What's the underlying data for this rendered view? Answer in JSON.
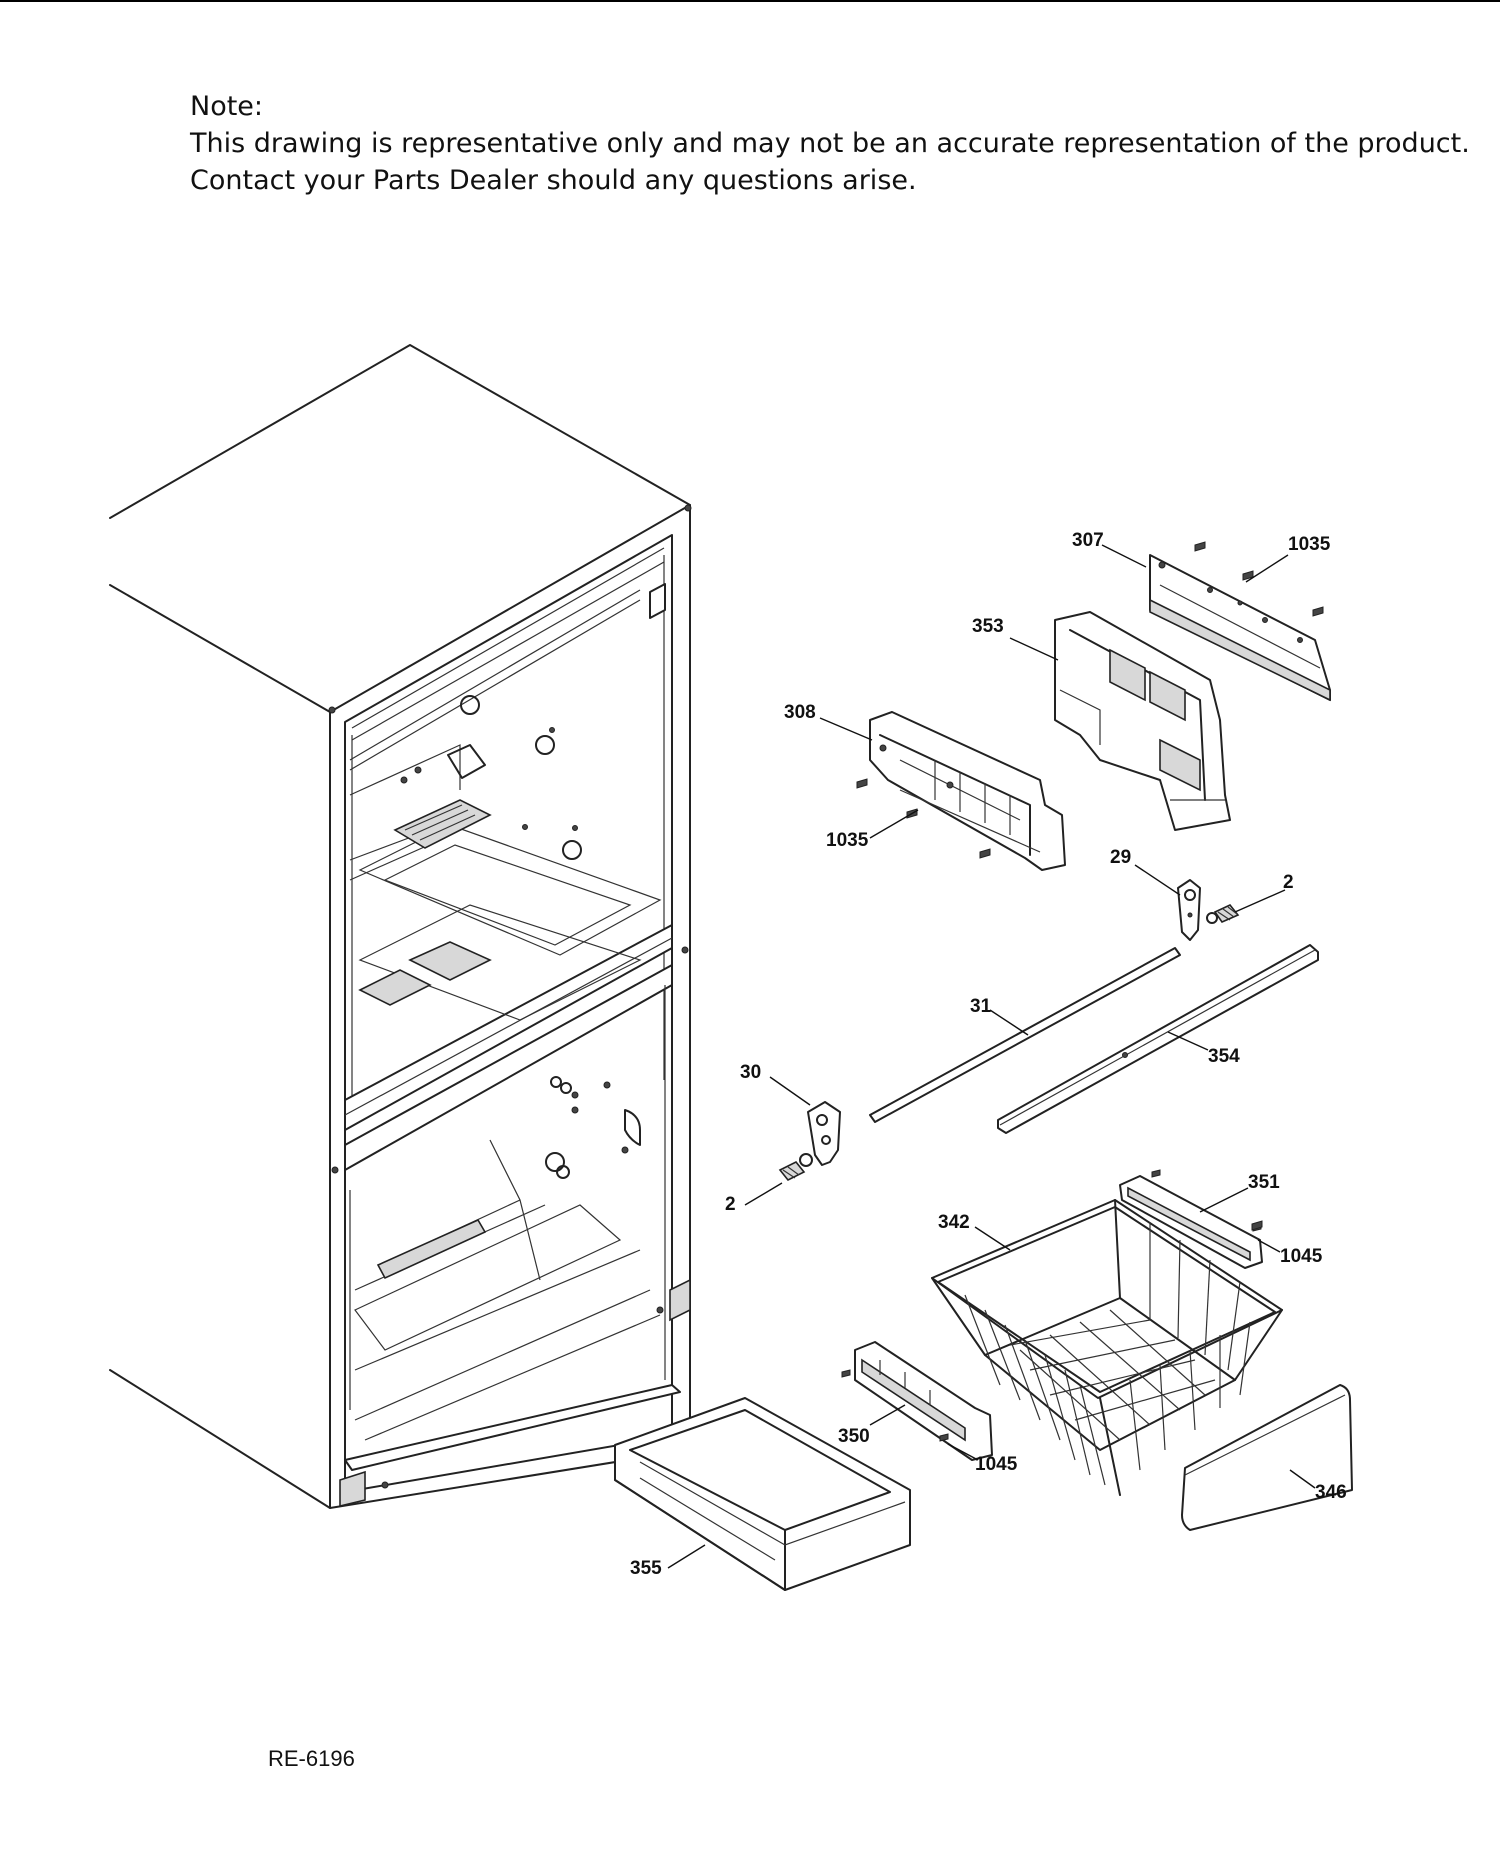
{
  "note": {
    "heading": "Note:",
    "line1": "This drawing is representative only and may not be an accurate representation of the product.",
    "line2": "Contact your Parts Dealer should any questions arise."
  },
  "drawing_number": "RE-6196",
  "parts": {
    "p307": "307",
    "p1035_top": "1035",
    "p353": "353",
    "p308": "308",
    "p1035_mid": "1035",
    "p29": "29",
    "p2_right": "2",
    "p31": "31",
    "p354": "354",
    "p30": "30",
    "p2_left": "2",
    "p351": "351",
    "p342": "342",
    "p1045_right": "1045",
    "p350": "350",
    "p1045_left": "1045",
    "p346": "346",
    "p355": "355"
  }
}
